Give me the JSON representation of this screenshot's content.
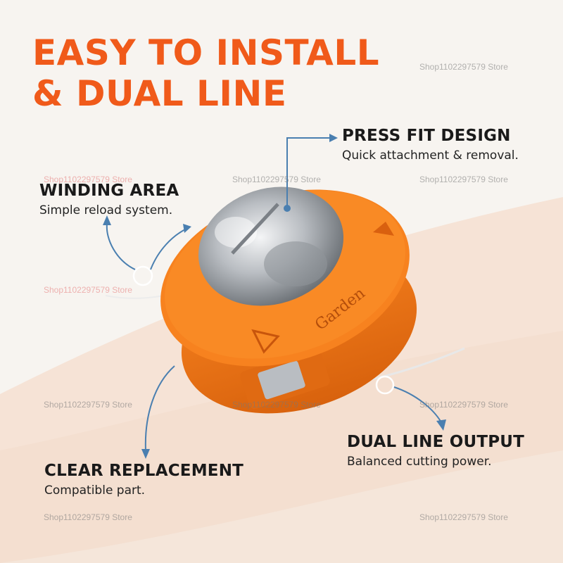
{
  "title": {
    "line1": "EASY TO INSTALL",
    "line2": "& DUAL LINE"
  },
  "callouts": {
    "press_fit": {
      "heading": "PRESS FIT DESIGN",
      "text": "Quick attachment & removal."
    },
    "winding": {
      "heading": "WINDING AREA",
      "text": "Simple reload system."
    },
    "dual_line": {
      "heading": "DUAL LINE OUTPUT",
      "text": "Balanced cutting power."
    },
    "clear": {
      "heading": "CLEAR REPLACEMENT",
      "text": "Compatible part."
    }
  },
  "product": {
    "brand_text": "Garden"
  },
  "watermark": "Shop1102297579 Store",
  "colors": {
    "accent": "#f05a1a",
    "product_orange": "#f7821f",
    "arrow": "#4a7fb0",
    "metal": "#c9ccd0"
  }
}
